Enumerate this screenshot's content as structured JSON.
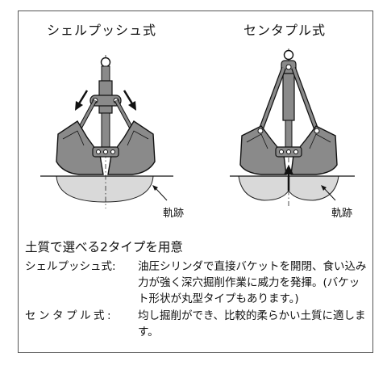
{
  "panels": {
    "left_title": "シェルプッシュ式",
    "right_title": "センタプル式",
    "trajectory_label": "軌跡"
  },
  "section": {
    "heading": "土質で選べる2タイプを用意",
    "types": [
      {
        "term": "シェルプッシュ式:",
        "description": "油圧シリンダで直接バケットを開閉、食い込み力が強く深穴掘削作業に威力を発揮。(バケット形状が丸型タイプもあります。)"
      },
      {
        "term": "センタプル式:",
        "description": "均し掘削ができ、比較的柔らかい土質に適します。"
      }
    ]
  },
  "colors": {
    "bucket_fill": "#8a8a8a",
    "trajectory_fill": "#d9d9d9",
    "line": "#111111"
  }
}
